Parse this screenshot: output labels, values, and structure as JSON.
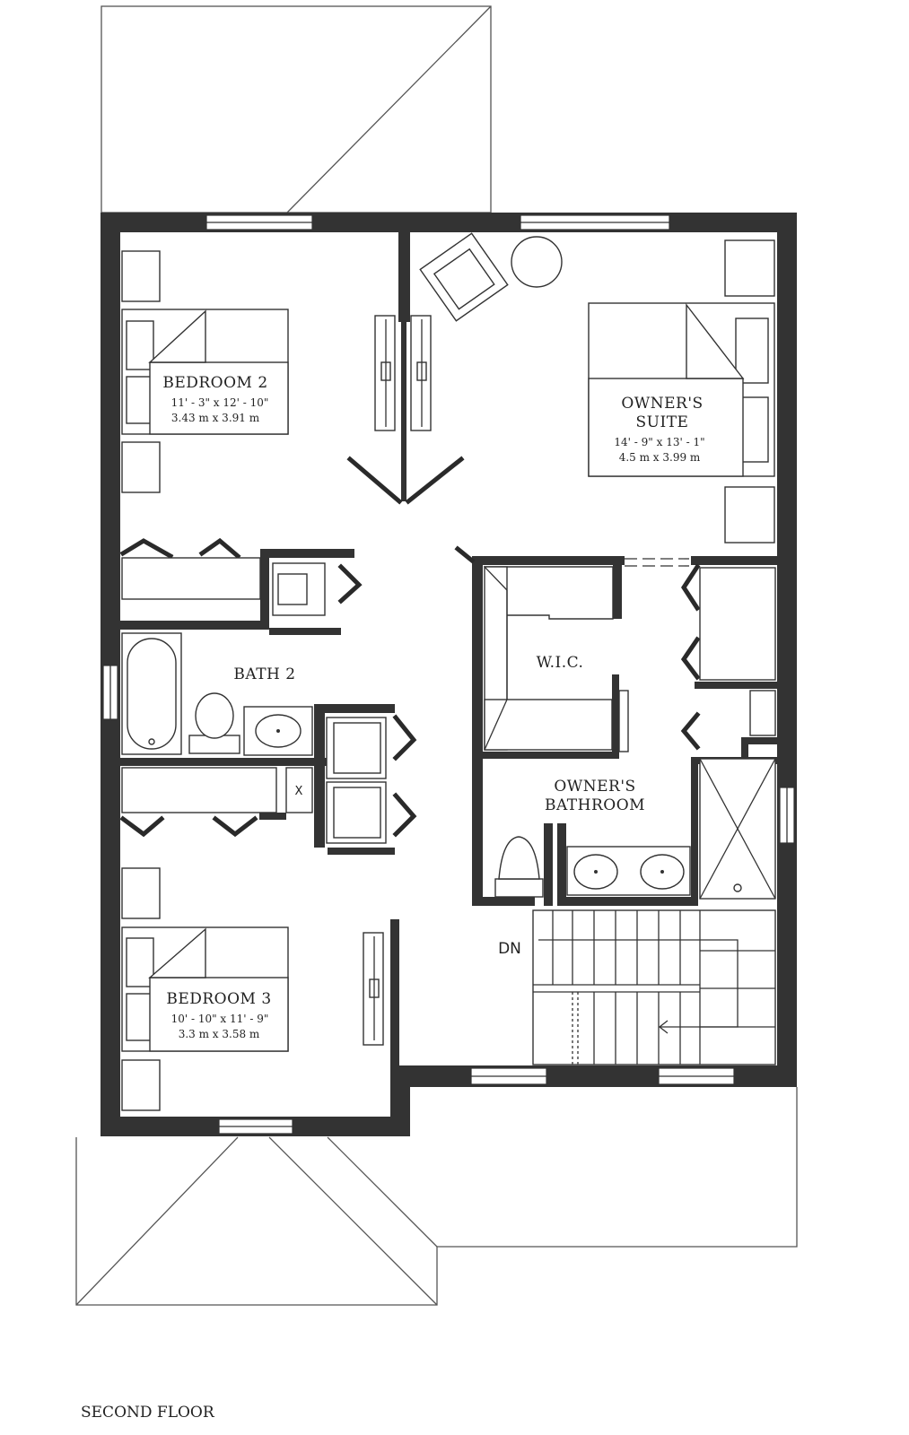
{
  "title": "SECOND FLOOR",
  "rooms": {
    "bedroom2": {
      "name": "BEDROOM 2",
      "dim_imperial": "11' - 3\" x 12' - 10\"",
      "dim_metric": "3.43 m x 3.91 m"
    },
    "owners_suite": {
      "name_line1": "OWNER'S",
      "name_line2": "SUITE",
      "dim_imperial": "14' - 9\" x 13' - 1\"",
      "dim_metric": "4.5 m x 3.99 m"
    },
    "bath2": {
      "name": "BATH 2"
    },
    "wic": {
      "name": "W.I.C."
    },
    "owners_bathroom": {
      "name_line1": "OWNER'S",
      "name_line2": "BATHROOM"
    },
    "bedroom3": {
      "name": "BEDROOM 3",
      "dim_imperial": "10' - 10\" x 11' - 9\"",
      "dim_metric": "3.3 m x 3.58 m"
    }
  },
  "stairs": {
    "label": "DN"
  },
  "linen_marker": "X"
}
